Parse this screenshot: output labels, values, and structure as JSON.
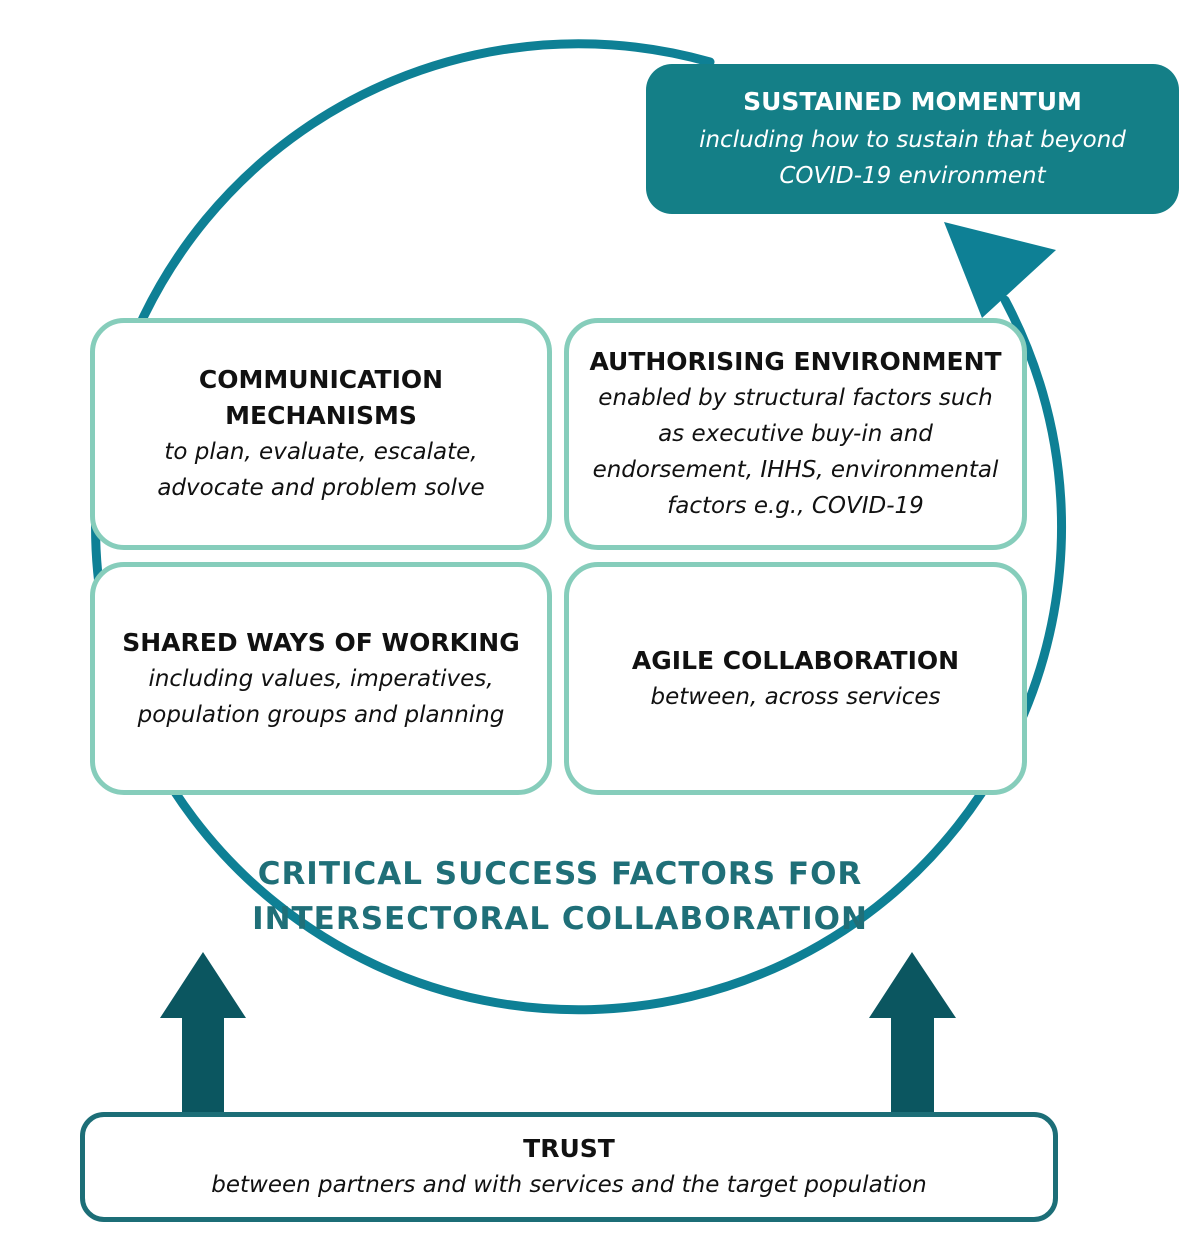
{
  "colors": {
    "ring": "#0e8095",
    "momentum_fill": "#147f87",
    "factor_border": "#86cdbb",
    "trust_arrow": "#0b5660",
    "trust_border": "#1c6e77",
    "heading_text": "#1f6f78"
  },
  "momentum": {
    "title": "SUSTAINED MOMENTUM",
    "line1": "including how to sustain that beyond",
    "line2": "COVID-19 environment"
  },
  "factors": [
    {
      "title_lines": [
        "COMMUNICATION",
        "MECHANISMS"
      ],
      "desc_lines": [
        "to plan, evaluate, escalate,",
        "advocate and problem solve"
      ]
    },
    {
      "title_lines": [
        "AUTHORISING ENVIRONMENT"
      ],
      "desc_lines": [
        "enabled by structural factors such",
        "as executive buy-in and",
        "endorsement, IHHS, environmental",
        "factors e.g., COVID-19"
      ]
    },
    {
      "title_lines": [
        "SHARED WAYS OF WORKING"
      ],
      "desc_lines": [
        "including values, imperatives,",
        "population groups and planning"
      ]
    },
    {
      "title_lines": [
        "AGILE COLLABORATION"
      ],
      "desc_lines": [
        "between, across services"
      ]
    }
  ],
  "center_heading": {
    "line1": "CRITICAL SUCCESS FACTORS FOR",
    "line2": "INTERSECTORAL COLLABORATION"
  },
  "trust": {
    "title": "TRUST",
    "subtitle": "between partners and with services and the target population"
  }
}
